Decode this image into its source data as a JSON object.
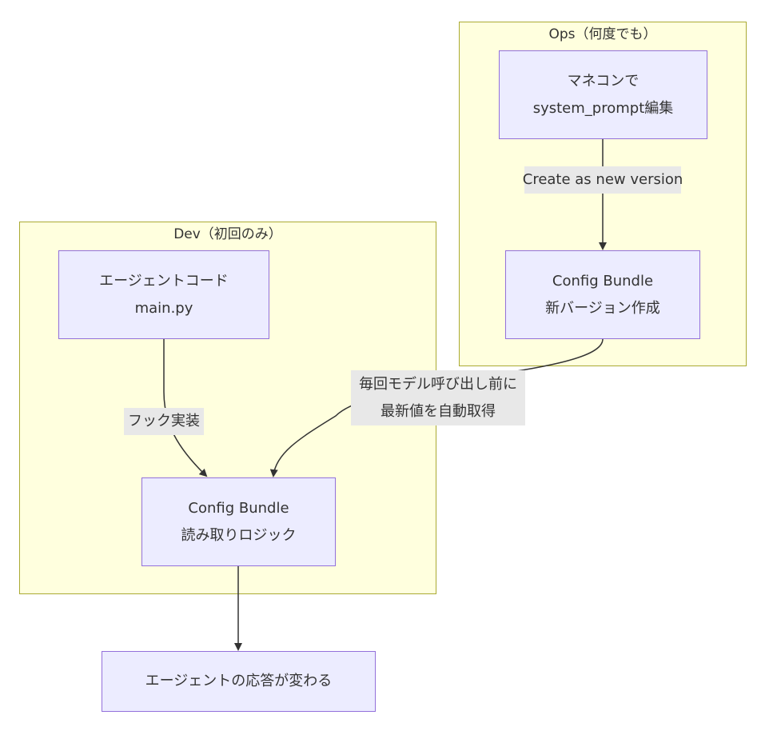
{
  "clusters": {
    "ops": {
      "title": "Ops（何度でも）"
    },
    "dev": {
      "title": "Dev（初回のみ）"
    }
  },
  "nodes": {
    "manecon": {
      "line1": "マネコンで",
      "line2": "system_prompt編集"
    },
    "config_new": {
      "line1": "Config Bundle",
      "line2": "新バージョン作成"
    },
    "agent_code": {
      "line1": "エージェントコード",
      "line2": "main.py"
    },
    "config_read": {
      "line1": "Config Bundle",
      "line2": "読み取りロジック"
    },
    "response": {
      "line1": "エージェントの応答が変わる"
    }
  },
  "edges": {
    "create_version": {
      "label": "Create as new version"
    },
    "auto_fetch": {
      "line1": "毎回モデル呼び出し前に",
      "line2": "最新値を自動取得"
    },
    "hook": {
      "label": "フック実装"
    }
  },
  "colors": {
    "cluster_fill": "#ffffde",
    "cluster_border": "#aaaa33",
    "node_fill": "#ececff",
    "node_border": "#9370db",
    "edge_stroke": "#333333",
    "label_bg": "#e8e8e8"
  }
}
